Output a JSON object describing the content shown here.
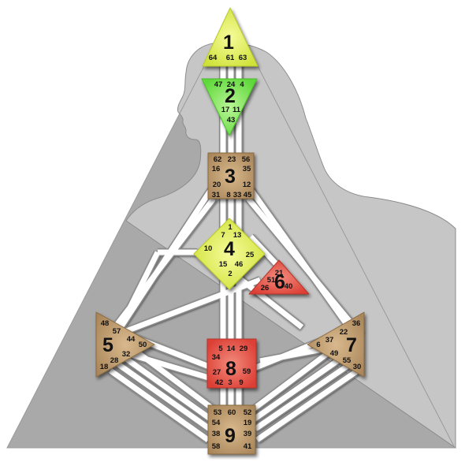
{
  "colors": {
    "background": "#ffffff",
    "silhouette": "#c4c4c4",
    "triangle": "#a9a9a9",
    "channel": "#ffffff",
    "yellow_center": "#dfee4a",
    "green_center": "#7ee454",
    "red_center": "#e8564a",
    "brown_center": "#b8966a"
  },
  "centers": [
    {
      "id": "1",
      "label": "1",
      "color": "yellow",
      "shape": "triangle-up",
      "gates": [
        "64",
        "61",
        "63"
      ]
    },
    {
      "id": "2",
      "label": "2",
      "color": "green",
      "shape": "triangle-down",
      "gates": [
        "47",
        "24",
        "4",
        "17",
        "11",
        "43"
      ]
    },
    {
      "id": "3",
      "label": "3",
      "color": "brown",
      "shape": "square",
      "gates": [
        "62",
        "23",
        "56",
        "16",
        "35",
        "20",
        "12",
        "31",
        "8",
        "33",
        "45"
      ]
    },
    {
      "id": "4",
      "label": "4",
      "color": "yellow",
      "shape": "diamond",
      "gates": [
        "1",
        "7",
        "13",
        "10",
        "25",
        "15",
        "46",
        "2"
      ]
    },
    {
      "id": "6",
      "label": "6",
      "color": "red",
      "shape": "triangle-up",
      "gates": [
        "21",
        "51",
        "26",
        "40"
      ]
    },
    {
      "id": "5",
      "label": "5",
      "color": "brown",
      "shape": "triangle-right",
      "gates": [
        "48",
        "57",
        "44",
        "50",
        "32",
        "28",
        "18"
      ]
    },
    {
      "id": "7",
      "label": "7",
      "color": "brown",
      "shape": "triangle-left",
      "gates": [
        "36",
        "22",
        "37",
        "6",
        "49",
        "55",
        "30"
      ]
    },
    {
      "id": "8",
      "label": "8",
      "color": "red",
      "shape": "square",
      "gates": [
        "5",
        "14",
        "29",
        "34",
        "27",
        "59",
        "42",
        "3",
        "9"
      ]
    },
    {
      "id": "9",
      "label": "9",
      "color": "brown",
      "shape": "square",
      "gates": [
        "53",
        "60",
        "52",
        "54",
        "19",
        "38",
        "39",
        "58",
        "41"
      ]
    }
  ]
}
